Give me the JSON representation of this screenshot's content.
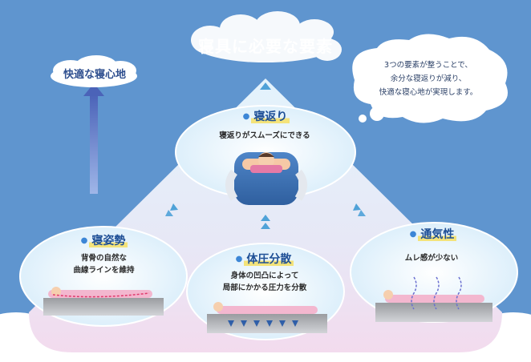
{
  "title": "寝具に必要な要素",
  "goal": {
    "label": "快適な寝心地",
    "arrow_icon": "up-arrow-icon"
  },
  "bubble": {
    "lines": [
      "3つの要素が整うことで、",
      "余分な寝返りが減り、",
      "快適な寝心地が実現します。"
    ]
  },
  "elements": {
    "nerigaeri": {
      "heading": "寝返り",
      "description": "寝返りがスムーズにできる"
    },
    "nesisei": {
      "heading": "寝姿勢",
      "description_lines": [
        "背骨の自然な",
        "曲線ラインを維持"
      ]
    },
    "taiatsu": {
      "heading": "体圧分散",
      "description_lines": [
        "身体の凹凸によって",
        "局部にかかる圧力を分散"
      ]
    },
    "tsuki": {
      "heading": "通気性",
      "description": "ムレ感が少ない"
    }
  },
  "colors": {
    "background": "#5f95cf",
    "triangle_top": "#dff0fb",
    "triangle_bottom": "#f2dcee",
    "heading_text": "#1e4f96",
    "heading_marker": "#f4e37a",
    "accent_arrow": "#5b78c4"
  }
}
